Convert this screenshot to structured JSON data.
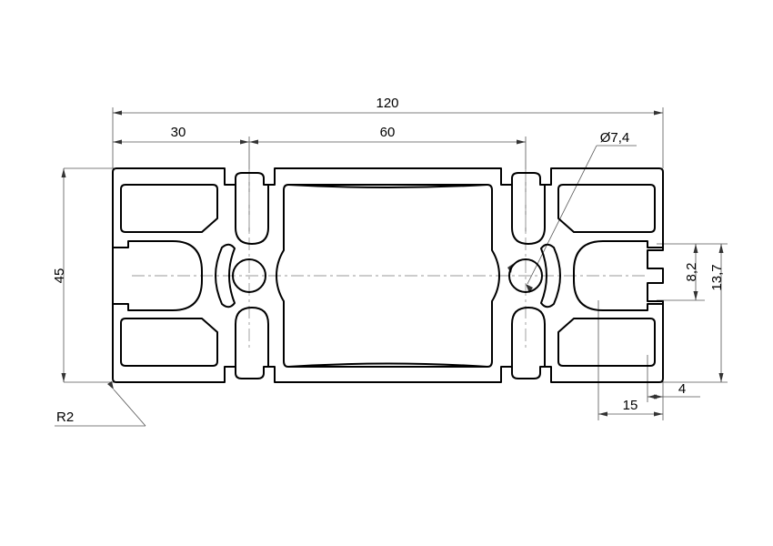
{
  "drawing": {
    "type": "technical-drawing",
    "subject": "aluminium-extrusion-profile-cross-section",
    "background_color": "#ffffff",
    "line_color": "#000000",
    "dimension_line_color": "#555555",
    "centerline_color": "#999999",
    "units": "mm",
    "decimal_separator": "comma"
  },
  "dimensions": {
    "overall_width": "120",
    "half_width_left": "30",
    "center_span": "60",
    "overall_height": "45",
    "hole_diameter": "Ø7,4",
    "slot_mouth": "8,2",
    "slot_depth": "13,7",
    "slot_offset": "15",
    "slot_lip": "4",
    "corner_radius": "R2"
  },
  "annotations": [
    {
      "id": "dim-120",
      "label": "120",
      "orientation": "horizontal",
      "position": "top"
    },
    {
      "id": "dim-30",
      "label": "30",
      "orientation": "horizontal",
      "position": "top"
    },
    {
      "id": "dim-60",
      "label": "60",
      "orientation": "horizontal",
      "position": "top"
    },
    {
      "id": "dim-45",
      "label": "45",
      "orientation": "vertical",
      "position": "left"
    },
    {
      "id": "dim-d74",
      "label": "Ø7,4",
      "orientation": "leader",
      "position": "top-right"
    },
    {
      "id": "dim-82",
      "label": "8,2",
      "orientation": "vertical",
      "position": "right"
    },
    {
      "id": "dim-137",
      "label": "13,7",
      "orientation": "vertical",
      "position": "right"
    },
    {
      "id": "dim-15",
      "label": "15",
      "orientation": "horizontal",
      "position": "bottom-right"
    },
    {
      "id": "dim-4",
      "label": "4",
      "orientation": "horizontal",
      "position": "bottom-right"
    },
    {
      "id": "dim-r2",
      "label": "R2",
      "orientation": "leader",
      "position": "bottom-left"
    }
  ]
}
